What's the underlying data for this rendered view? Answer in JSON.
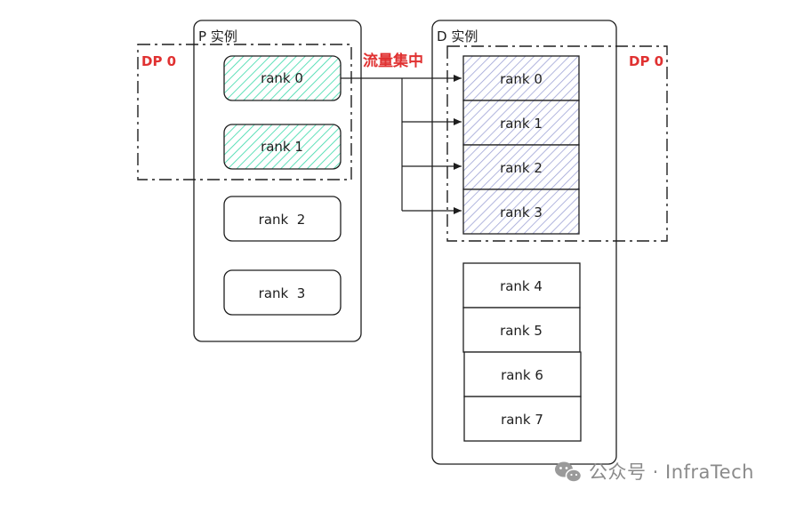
{
  "diagram": {
    "p_instance": {
      "title": "P 实例",
      "dp_label": "DP 0",
      "ranks": [
        "rank 0",
        "rank 1",
        "rank  2",
        "rank  3"
      ],
      "dp_fill_color": "#63e6be"
    },
    "d_instance": {
      "title": "D 实例",
      "dp_label": "DP 0",
      "ranks": [
        "rank 0",
        "rank 1",
        "rank 2",
        "rank 3",
        "rank 4",
        "rank 5",
        "rank 6",
        "rank 7"
      ],
      "dp_fill_color": "#a5a8d8"
    },
    "flow_label": "流量集中",
    "watermark": {
      "icon": "wechat-icon",
      "text": "公众号 · InfraTech"
    },
    "colors": {
      "stroke": "#1e1e1e",
      "accent": "#e03131"
    }
  }
}
